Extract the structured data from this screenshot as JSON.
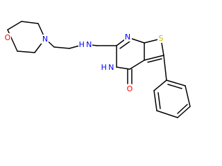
{
  "molecule": {
    "colors": {
      "bond": "#000000",
      "carbon": "#000000",
      "nitrogen": "#0000ff",
      "oxygen": "#ff0000",
      "sulfur": "#ccbb00",
      "background": "#ffffff"
    },
    "atoms": {
      "o_morpholine": "O",
      "n_morpholine": "N",
      "nh_linker": "H N",
      "n_pyrimidine_1": "N",
      "s_thiophene": "S",
      "nh_pyrimidine_3": "H N",
      "o_carbonyl": "O"
    }
  }
}
